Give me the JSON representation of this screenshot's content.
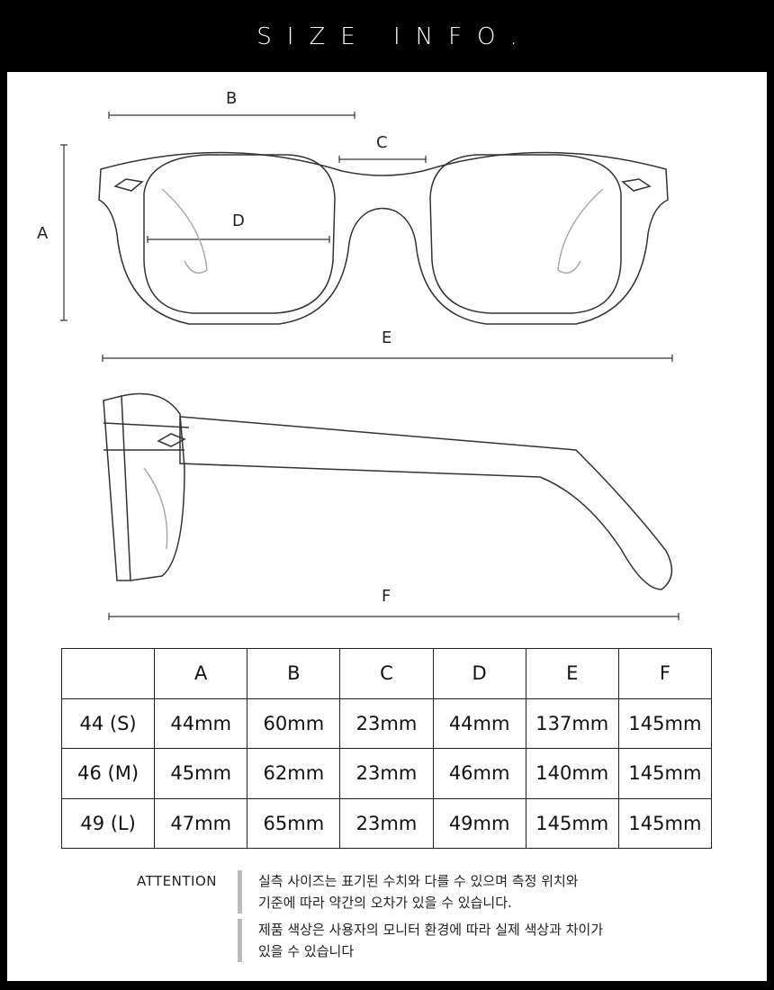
{
  "header": {
    "title": "SIZE INFO."
  },
  "diagram": {
    "labels": {
      "A": "A",
      "B": "B",
      "C": "C",
      "D": "D",
      "E": "E",
      "F": "F"
    }
  },
  "table": {
    "headers": [
      "",
      "A",
      "B",
      "C",
      "D",
      "E",
      "F"
    ],
    "rows": [
      [
        "44 (S)",
        "44mm",
        "60mm",
        "23mm",
        "44mm",
        "137mm",
        "145mm"
      ],
      [
        "46 (M)",
        "45mm",
        "62mm",
        "23mm",
        "46mm",
        "140mm",
        "145mm"
      ],
      [
        "49 (L)",
        "47mm",
        "65mm",
        "23mm",
        "49mm",
        "145mm",
        "145mm"
      ]
    ]
  },
  "attention": {
    "label": "ATTENTION",
    "notes": [
      {
        "line1": "실측 사이즈는 표기된 수치와 다를 수 있으며 측정 위치와",
        "line2": "기준에 따라 약간의 오차가 있을 수 있습니다."
      },
      {
        "line1": "제품 색상은 사용자의 모니터 환경에 따라 실제 색상과 차이가",
        "line2": "있을 수 있습니다"
      }
    ]
  }
}
